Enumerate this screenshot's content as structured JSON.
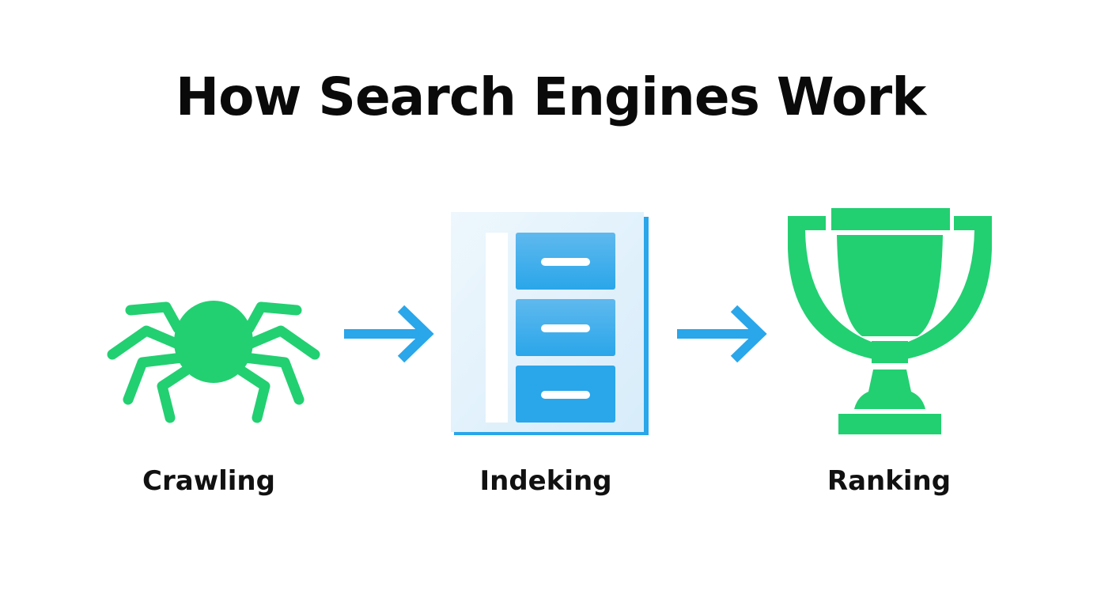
{
  "title": "How Search Engines Work",
  "colors": {
    "green": "#22d071",
    "blue": "#2aa6ea",
    "light_blue": "#e6f3fc",
    "text": "#111111"
  },
  "steps": [
    {
      "label": "Crawling",
      "icon": "spider-icon"
    },
    {
      "label": "Indeking",
      "icon": "filing-cabinet-icon"
    },
    {
      "label": "Ranking",
      "icon": "trophy-icon"
    }
  ],
  "connectors": [
    {
      "icon": "arrow-right-icon",
      "from": "Crawling",
      "to": "Indeking"
    },
    {
      "icon": "arrow-right-icon",
      "from": "Indeking",
      "to": "Ranking"
    }
  ]
}
